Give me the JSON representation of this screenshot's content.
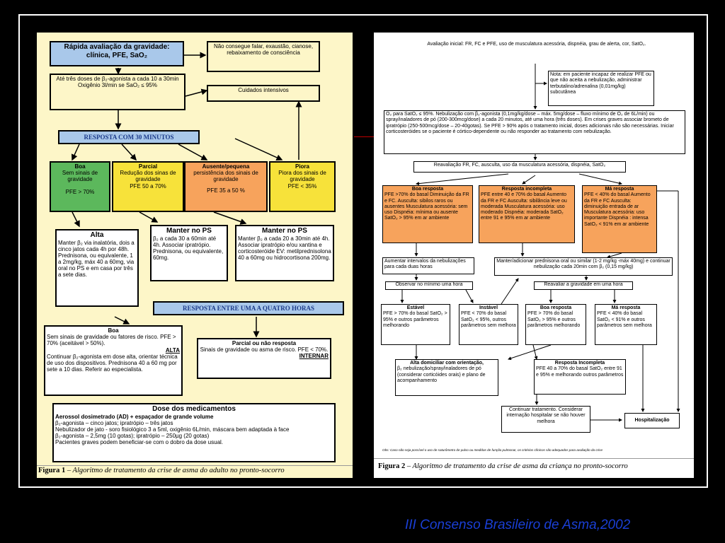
{
  "fig1": {
    "assess": {
      "title": "Rápida avaliação da gravidade: clínica, PFE, SaO₂"
    },
    "cant_speak": "Não consegue falar, exaustão, cianose, rebaixamento de consciência",
    "doses": "Até três doses de β₂-agonista a cada 10 a 30min Oxigênio 3l/min se SaO₂ ≤ 95%",
    "icu": "Cuidados intensivos",
    "response30": "RESPOSTA COM 30 MINUTOS",
    "boa": {
      "title": "Boa",
      "text": "Sem sinais de gravidade",
      "pfe": "PFE > 70%"
    },
    "parcial": {
      "title": "Parcial",
      "text": "Redução dos sinas de gravidade",
      "pfe": "PFE 50 a 70%"
    },
    "ausente": {
      "title": "Ausente/pequena",
      "text": "persistência dos sinais de gravidade",
      "pfe": "PFE 35 a 50 %"
    },
    "piora": {
      "title": "Piora",
      "text": "Piora dos sinais de gravidade",
      "pfe": "PFE < 35%"
    },
    "alta": {
      "title": "Alta",
      "text": "Manter β₂ via inalatória, dois a cinco jatos cada 4h por 48h. Prednisona, ou equivalente, 1 a 2mg/kg, máx 40 a 60mg, via oral no PS e em casa por três a sete dias."
    },
    "ps1": {
      "title": "Manter no PS",
      "text": "β₂ a cada 30 a 60min até 4h. Associar ipratrópio. Prednisona, ou equivalente, 60mg."
    },
    "ps2": {
      "title": "Manter no PS",
      "text": "Manter β₂ a cada 20 a 30min até 4h. Associar ipratrópio e/ou xantina e corticosteróide EV: metilprednisolona 40 a 60mg ou hidrocortisona 200mg."
    },
    "response14": "RESPOSTA ENTRE UMA A QUATRO HORAS",
    "boa2": {
      "title": "Boa",
      "text": "Sem sinais de gravidade ou fatores de risco. PFE > 70% (aceitável > 50%).",
      "tag": "ALTA",
      "text2": "Continuar β₂-agonista em dose alta, orientar técnica de uso dos dispositivos. Prednisona 40 a 60 mg por sete a 10 dias. Referir ao especialista."
    },
    "parcial2": {
      "title": "Parcial ou não resposta",
      "text": "Sinais de gravidade ou asma de risco. PFE < 70%.",
      "tag": "INTERNAR"
    },
    "doses_box": {
      "title": "Dose dos medicamentos",
      "l1": "Aerossol dosimetrado (AD) + espaçador de grande volume",
      "l2": "β₂-agonista – cinco jatos; ipratrópio – três jatos",
      "l3": "Nebulizador de jato - soro fisiológico 3 a 5ml, oxigênio 6L/min, máscara bem adaptada à face",
      "l4": "β₂-agonista – 2,5mg (10 gotas); ipratrópio – 250µg (20 gotas)",
      "l5": "Pacientes graves podem beneficiar-se com o dobro da dose usual."
    },
    "caption_label": "Figura 1",
    "caption_text": " – Algoritmo de tratamento da crise de asma do adulto no pronto-socorro"
  },
  "fig2": {
    "initial": "Avaliação inicial: FR, FC e PFE, uso de musculatura acessória, dispnéia, grau de alerta, cor, SatO₂.",
    "note": "Nota: em paciente incapaz de realizar PFE ou que não aceita a nebulização, administrar terbutalino/adrenalina (0,01mg/kg) subcutânea",
    "o2": "O₂ para SatO₂ ≤ 95%. Nebulização com β₂-agonista (0,1mg/kg/dose – máx. 5mg/dose – fluxo mínimo de O₂ de 6L/min) ou spray/inaladores de pó (200-300mcg/dose) a cada 20 minutos, até uma hora (três doses). Em crises graves associar brometo de ipratrópio (250-500mcg/dose – 20-40gotas). Se PFE > 90% após o tratamento inicial, doses adicionais não são necessárias. Iniciar corticosteróides se o paciente é córtico-dependente ou não responder ao tratamento com nebulização.",
    "reeval": "Reavaliação FR, FC, ausculta, uso da musculatura acessória, dispnéia, SatO₂",
    "good": {
      "title": "Boa resposta",
      "text": "PFE >70% do basal Diminuição da FR e FC. Ausculta: sibilos raros ou ausentes Musculatura acessória: sem uso Dispnéia: mínima ou ausente SatO₂ > 95% em ar ambiente"
    },
    "incomplete": {
      "title": "Resposta incompleta",
      "text": "PFE entre 40 e 70% do basal Aumento da FR e FC Ausculta: sibilância leve ou moderada Musculatura acessória: uso moderado Dispnéia: moderada SatO₂ entre 91 e 95% em ar ambiente"
    },
    "bad": {
      "title": "Má resposta",
      "text": "PFE < 40% do basal Aumento da FR e FC Ausculta: diminuição entrada de ar Musculatura acessória: uso importante Dispnéia : intensa SatO₂ < 91% em ar ambiente"
    },
    "increase": "Aumentar intervalos da nebulizações para cada duas horas",
    "maintain": "Manter/adicionar prednisona oral ou similar (1-2 mg/kg -máx 40mg) e continuar nebulização cada 20min com β₂ (0,15 mg/kg)",
    "observe": "Observar no mínimo uma hora",
    "reassess": "Reavaliar a gravidade em uma hora",
    "stable": {
      "title": "Estável",
      "text": "PFE > 70% do basal SatO₂ > 95% e outros parâmetros melhorando"
    },
    "unstable": {
      "title": "Instável",
      "text": "PFE < 70% do basal SatO₂ < 95%, outros parâmetros sem melhora"
    },
    "good2": {
      "title": "Boa resposta",
      "text": "PFE > 70% do basal SatO₂ > 95% e outros parâmetros melhorando"
    },
    "bad2": {
      "title": "Má resposta",
      "text": "PFE < 40% do basal SatO₂ < 91% e outros parâmetros sem melhora"
    },
    "home": {
      "title": "Alta domiciliar com orientação,",
      "text": "β₂ nebulização/spray/inaladores de pó (considerar corticóides orais) e plano de acompanhamento"
    },
    "incomplete2": {
      "title": "Resposta Incompleta",
      "text": "PFE 40 a 70% do basal SatO₂ entre 91 e 95% e melhorando outros parâmetros"
    },
    "continue": "Continuar tratamento. Considerar internação hospitalar se não houver melhora",
    "hosp": "Hospitalização",
    "obs": "Obs: Caso não seja possível o uso de saturômetro de pulso ou medidas de função pulmonar, os critérios clínicos são adequados para avaliação da crise",
    "caption_label": "Figura 2",
    "caption_text": " – Algoritmo de tratamento da crise de asma da criança no pronto-socorro"
  },
  "footer": "III Consenso Brasileiro de Asma,2002",
  "colors": {
    "blue": "#a9c8ea",
    "green": "#5cb85c",
    "yellow": "#f7e23a",
    "orange": "#f7a35c",
    "cream": "#fdf6c8",
    "footer": "#1a3fd6"
  }
}
